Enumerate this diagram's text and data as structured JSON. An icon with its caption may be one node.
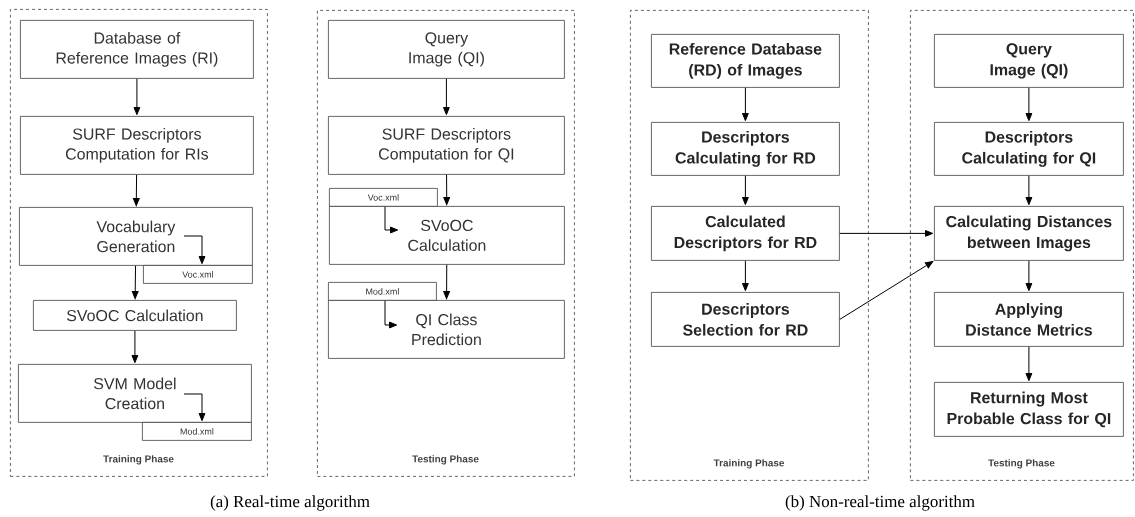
{
  "diagram": {
    "nodes": [
      {
        "text": [
          "Training Phase"
        ]
      },
      {
        "text": [
          "Database of Reference Images (RI)"
        ],
        "in": 0
      },
      {
        "text": [
          "SURF Descriptors Computation for RIs"
        ],
        "in": 0
      },
      {
        "text": [
          "Vocabulary Generation"
        ],
        "in": 0
      },
      {
        "text": [
          "Voc.xml"
        ],
        "in": 0
      },
      {
        "text": [
          "SVoOC Calculation"
        ],
        "in": 0
      },
      {
        "text": [
          "SVM Model Creation"
        ],
        "in": 0
      },
      {
        "text": [
          "Mod.xml"
        ],
        "in": 0
      },
      {
        "text": [
          "Testing Phase"
        ]
      },
      {
        "text": [
          "Query Image (QI)"
        ],
        "in": 8
      },
      {
        "text": [
          "SURF Descriptors Computation for QI"
        ],
        "in": 8
      },
      {
        "text": [
          "Voc.xml"
        ],
        "in": 8
      },
      {
        "text": [
          "SVoOC Calculation"
        ],
        "in": 8
      },
      {
        "text": [
          "Mod.xml"
        ],
        "in": 8
      },
      {
        "text": [
          "QI Class Prediction"
        ],
        "in": 8
      },
      {
        "text": [
          "Training Phase"
        ]
      },
      {
        "text": [
          "Reference Database (RD) of Images"
        ],
        "in": 15
      },
      {
        "text": [
          "Descriptors Calculating for RD"
        ],
        "in": 15
      },
      {
        "text": [
          "Calculated Descriptors for RD"
        ],
        "in": 15
      },
      {
        "text": [
          "Descriptors Selection for RD"
        ],
        "in": 15
      },
      {
        "text": [
          "Testing Phase"
        ]
      },
      {
        "text": [
          "Query Image (QI)"
        ],
        "in": 20
      },
      {
        "text": [
          "Descriptors Calculating for QI"
        ],
        "in": 20
      },
      {
        "text": [
          "Calculating Distances between Images"
        ],
        "in": 20
      },
      {
        "text": [
          "Applying Distance Metrics"
        ],
        "in": 20
      },
      {
        "text": [
          "Returning Most Probable Class for QI"
        ],
        "in": 20
      }
    ],
    "edges": [
      {
        "from": 1,
        "to": 2,
        "arrow": "to"
      },
      {
        "from": 2,
        "to": 3,
        "arrow": "to"
      },
      {
        "from": 3,
        "to": 4,
        "arrow": "to"
      },
      {
        "from": 3,
        "to": 5,
        "arrow": "to"
      },
      {
        "from": 5,
        "to": 6,
        "arrow": "to"
      },
      {
        "from": 6,
        "to": 7,
        "arrow": "to"
      },
      {
        "from": 9,
        "to": 10,
        "arrow": "to"
      },
      {
        "from": 10,
        "to": 12,
        "arrow": "to"
      },
      {
        "from": 11,
        "to": 12,
        "arrow": "to"
      },
      {
        "from": 12,
        "to": 14,
        "arrow": "to"
      },
      {
        "from": 13,
        "to": 14,
        "arrow": "to"
      },
      {
        "from": 16,
        "to": 17,
        "arrow": "to"
      },
      {
        "from": 17,
        "to": 18,
        "arrow": "to"
      },
      {
        "from": 18,
        "to": 19,
        "arrow": "to"
      },
      {
        "from": 18,
        "to": 23,
        "arrow": "to"
      },
      {
        "from": 19,
        "to": 23,
        "arrow": "to"
      },
      {
        "from": 21,
        "to": 22,
        "arrow": "to"
      },
      {
        "from": 22,
        "to": 23,
        "arrow": "to"
      },
      {
        "from": 23,
        "to": 24,
        "arrow": "to"
      },
      {
        "from": 24,
        "to": 25,
        "arrow": "to"
      }
    ],
    "labels": [
      "(a) Real-time algorithm",
      "(b) Non-real-time algorithm"
    ]
  }
}
